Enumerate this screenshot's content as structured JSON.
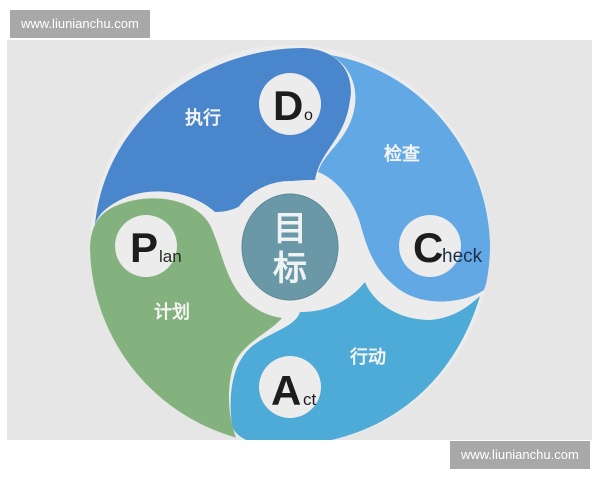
{
  "watermarks": {
    "top": "www.liunianchu.com",
    "bottom": "www.liunianchu.com"
  },
  "diagram": {
    "type": "PDCA cycle",
    "center": {
      "label_line1": "目",
      "label_line2": "标",
      "color": "#6a98a6"
    },
    "segments": [
      {
        "id": "do",
        "letter": "D",
        "rest": "o",
        "label": "执行",
        "color": "#4a86cc"
      },
      {
        "id": "check",
        "letter": "C",
        "rest": "heck",
        "label": "检查",
        "color": "#62a8e4"
      },
      {
        "id": "act",
        "letter": "A",
        "rest": "ct",
        "label": "行动",
        "color": "#4eaad6"
      },
      {
        "id": "plan",
        "letter": "P",
        "rest": "lan",
        "label": "计划",
        "color": "#84b27e"
      }
    ],
    "background": "#e6e6e6",
    "separator": "#ececec"
  }
}
